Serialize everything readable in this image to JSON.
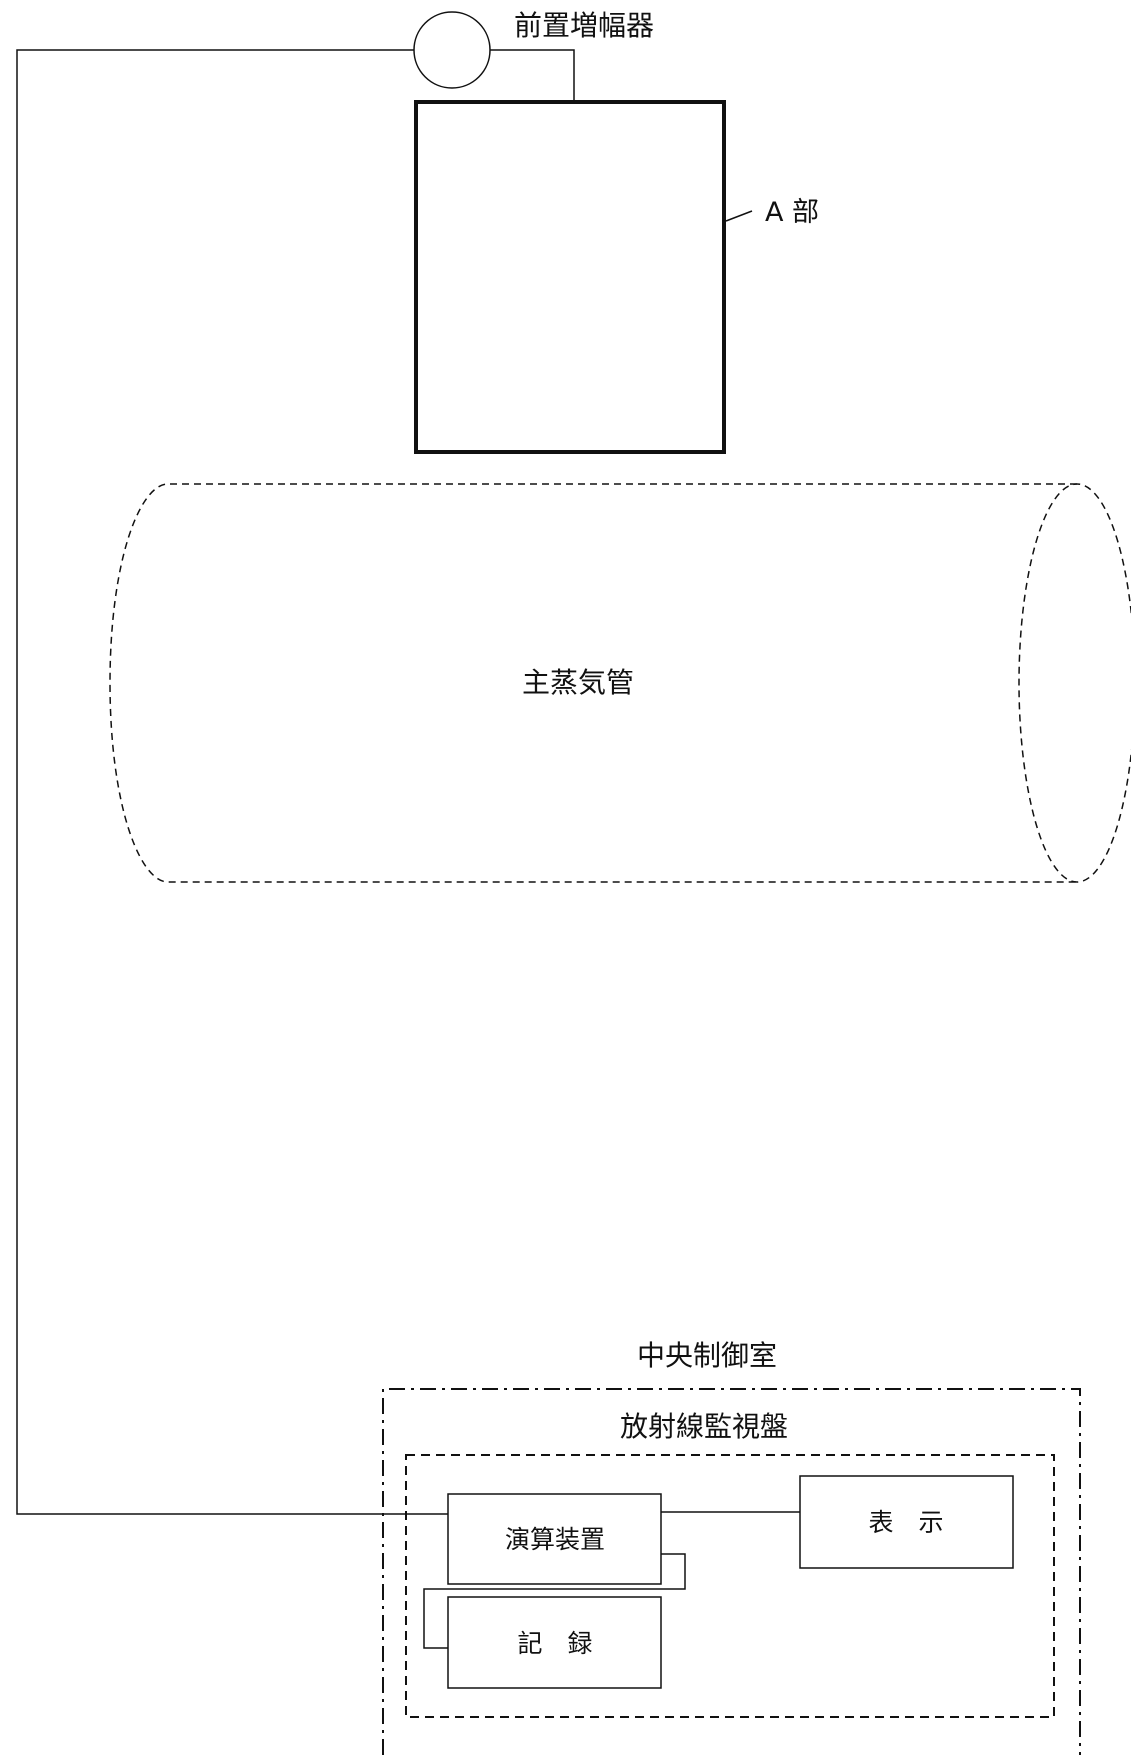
{
  "labels": {
    "preamplifier": "前置増幅器",
    "part_a": "A 部",
    "main_steam_pipe": "主蒸気管",
    "central_control_room": "中央制御室",
    "radiation_monitoring_panel": "放射線監視盤",
    "computing_unit": "演算装置",
    "display": "表　示",
    "recording": "記　録"
  },
  "colors": {
    "line": "#111111",
    "background": "#ffffff"
  }
}
